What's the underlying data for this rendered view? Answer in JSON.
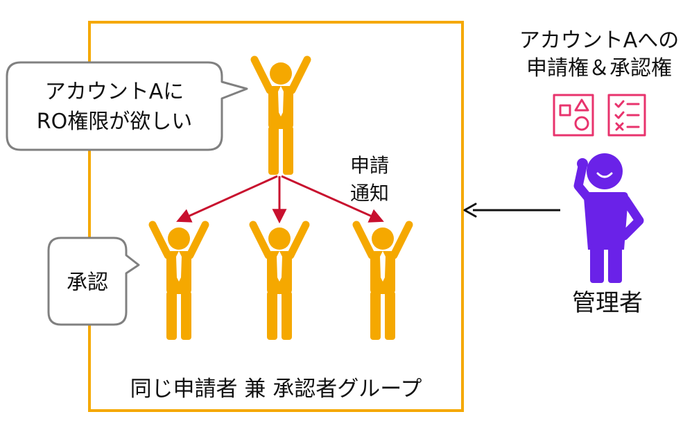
{
  "diagram": {
    "group_label": "同じ申請者 兼 承認者グループ",
    "request_bubble": {
      "line1": "アカウントAに",
      "line2": "RO権限が欲しい"
    },
    "approve_bubble": "承認",
    "notify_label": {
      "line1": "申請",
      "line2": "通知"
    },
    "admin_privilege": {
      "line1": "アカウントAへの",
      "line2": "申請権＆承認権"
    },
    "admin_label": "管理者",
    "colors": {
      "group_border": "#f5a800",
      "person": "#f5a800",
      "tie": "#ffffff",
      "arrow_notify": "#c8102e",
      "arrow_admin": "#111111",
      "admin_person": "#6a22e8",
      "icon_pink": "#e8336d",
      "bubble_border": "#808080"
    },
    "icons": [
      "shapes-icon",
      "checklist-icon"
    ]
  }
}
